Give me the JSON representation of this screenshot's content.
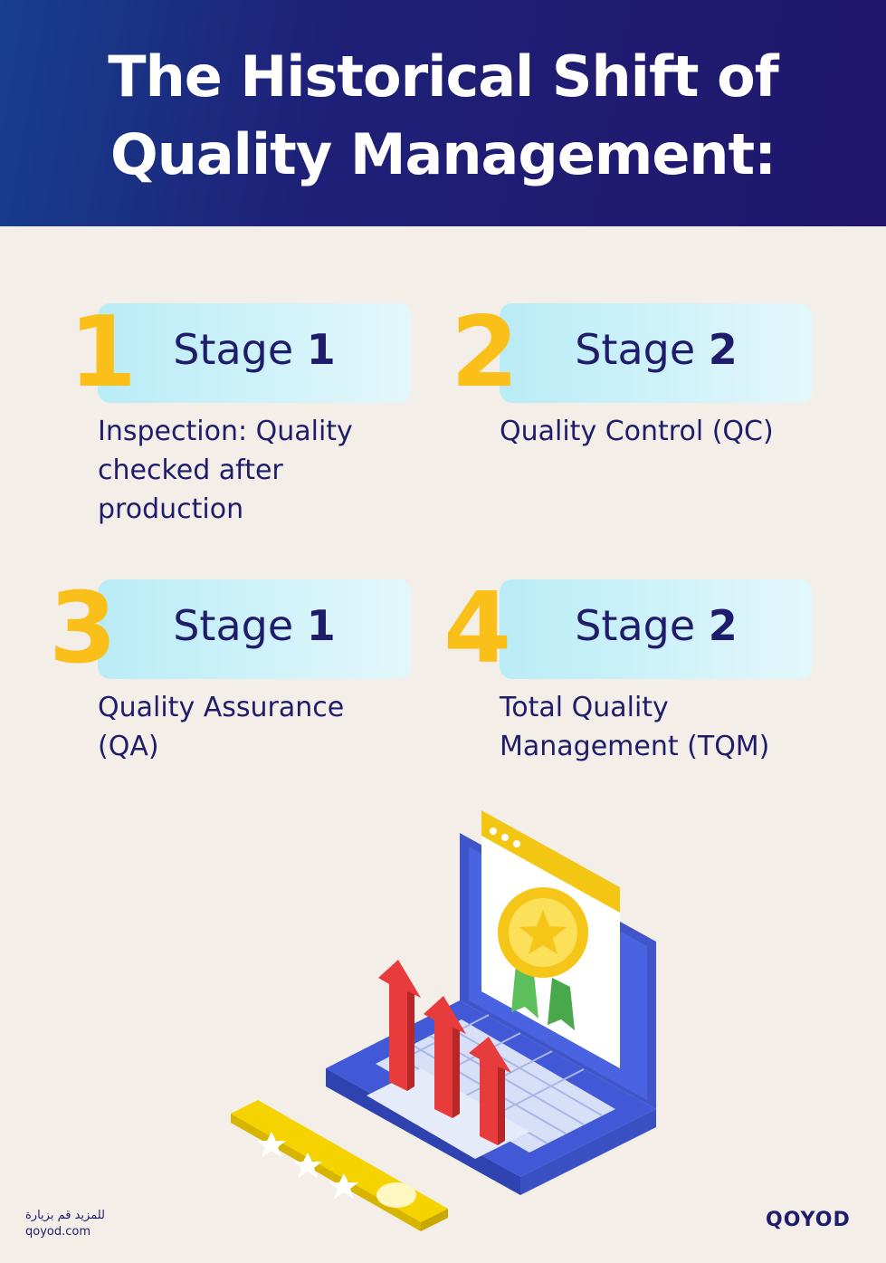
{
  "header": {
    "title_line1": "The Historical Shift of",
    "title_line2": "Quality Management:"
  },
  "stages": [
    {
      "number": "1",
      "label": "Stage",
      "label_num": "1",
      "description": "Inspection: Quality checked after production"
    },
    {
      "number": "2",
      "label": "Stage",
      "label_num": "2",
      "description": "Quality Control (QC)"
    },
    {
      "number": "3",
      "label": "Stage",
      "label_num": "1",
      "description": "Quality Assurance (QA)"
    },
    {
      "number": "4",
      "label": "Stage",
      "label_num": "2",
      "description": "Total Quality Management (TQM)"
    }
  ],
  "footer": {
    "arabic_text": "للمزيد قم بزيارة",
    "website": "qoyod.com",
    "logo_text": "QOYOD"
  },
  "colors": {
    "header_bg": "#21166b",
    "accent_yellow": "#fbbf1a",
    "pill_bg": "#c7f0f8",
    "text_navy": "#1f1d6b",
    "page_bg": "#f3eee8"
  },
  "illustration": {
    "icons": [
      "laptop-icon",
      "award-badge-icon",
      "growth-arrows-icon",
      "rating-stars-icon"
    ]
  }
}
